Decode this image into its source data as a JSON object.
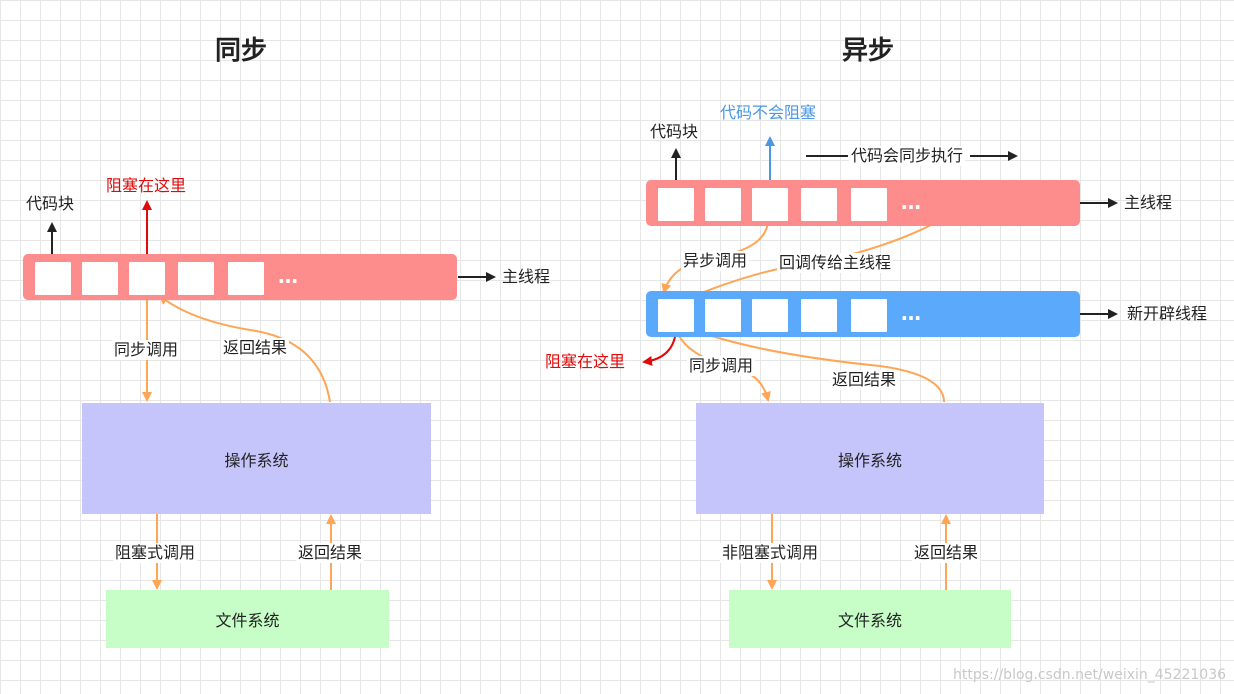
{
  "sync": {
    "title": "同步",
    "code_block": "代码块",
    "blocked_here": "阻塞在这里",
    "main_thread": "主线程",
    "dots": "…",
    "sync_call": "同步调用",
    "return_result": "返回结果",
    "os": "操作系统",
    "blocking_call": "阻塞式调用",
    "return_result2": "返回结果",
    "fs": "文件系统"
  },
  "async": {
    "title": "异步",
    "code_no_block": "代码不会阻塞",
    "code_block": "代码块",
    "code_sync_exec": "代码会同步执行",
    "main_thread": "主线程",
    "dots_main": "…",
    "async_call": "异步调用",
    "callback_to_main": "回调传给主线程",
    "new_thread": "新开辟线程",
    "dots_new": "…",
    "blocked_here": "阻塞在这里",
    "sync_call": "同步调用",
    "return_result": "返回结果",
    "os": "操作系统",
    "nonblocking_call": "非阻塞式调用",
    "return_result2": "返回结果",
    "fs": "文件系统"
  },
  "watermark": "https://blog.csdn.net/weixin_45221036",
  "colors": {
    "main_thread_bar": "#fd8c8c",
    "new_thread_bar": "#5aa9fb",
    "os_box": "#c5c5fb",
    "fs_box": "#c7fdc7",
    "call_arrow": "#ffa556",
    "block_arrow": "#e10a0a",
    "nonblock_arrow": "#4a97e6",
    "grid": "#e6e6e6"
  }
}
